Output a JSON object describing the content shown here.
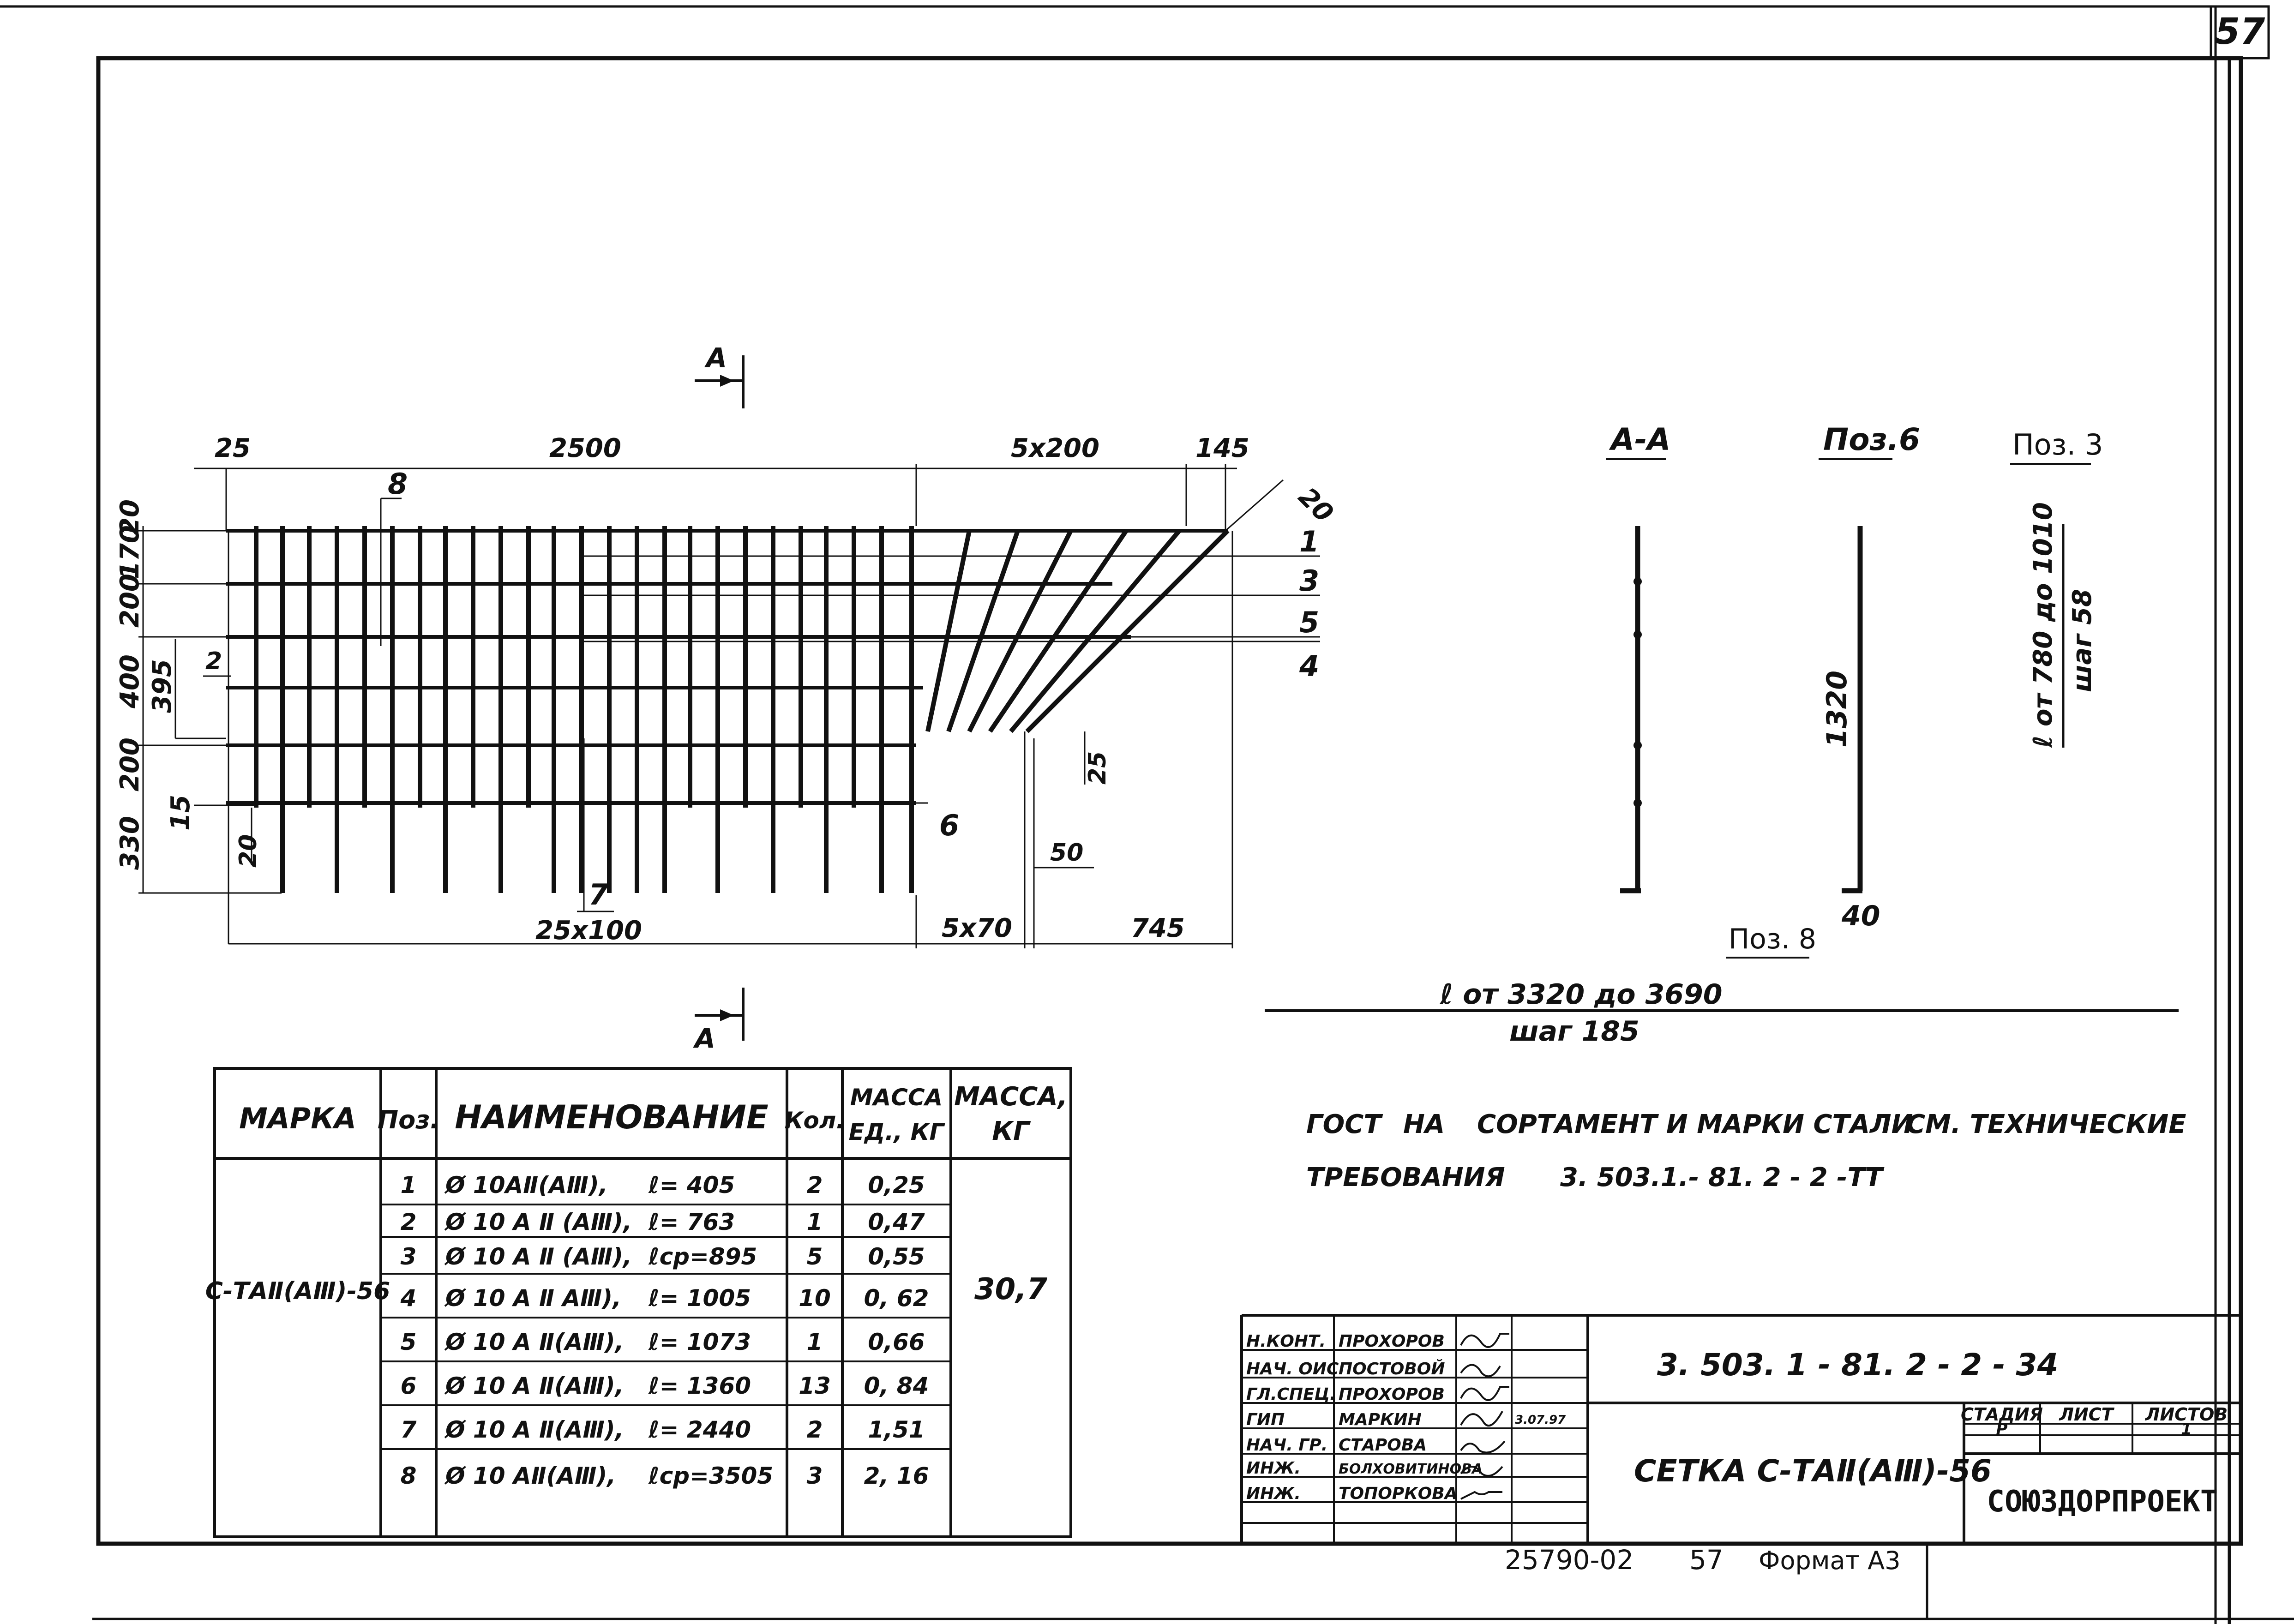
{
  "sheet": {
    "page_number": "57",
    "footer": {
      "inv": "25790-02",
      "page": "57",
      "format": "Формат А3"
    }
  },
  "drawing": {
    "section_mark": "А",
    "top_dims": [
      "25",
      "2500",
      "5x200",
      "145",
      "20"
    ],
    "left_dims": [
      "20",
      "170",
      "200",
      "400",
      "395",
      "200",
      "15",
      "330"
    ],
    "inner_dims": [
      "2",
      "20",
      "25",
      "50"
    ],
    "bottom_dims": [
      "25x100",
      "5x70",
      "745"
    ],
    "pos_callouts": [
      "8",
      "1",
      "3",
      "5",
      "4",
      "6",
      "7"
    ]
  },
  "sections": {
    "aa_title": "А-А",
    "pos6_title": "Поз.6",
    "pos6_length": "1320",
    "pos6_hook": "40",
    "pos8_label": "Поз. 8",
    "pos3_title": "Поз. 3",
    "pos3_len_line1": "ℓ от 780 до 1010",
    "pos3_len_line2": "шаг 58",
    "pos8_len_line1": "ℓ от 3320 до 3690",
    "pos8_len_line2": "шаг 185"
  },
  "notes": {
    "line1": [
      "ГОСТ",
      "НА",
      "СОРТАМЕНТ И МАРКИ СТАЛИ",
      "СМ. ТЕХНИЧЕСКИЕ"
    ],
    "line2": [
      "ТРЕБОВАНИЯ",
      "3. 503.1.- 81. 2 - 2 -ТТ"
    ]
  },
  "spec_table": {
    "headers": {
      "mark": "МАРКА",
      "pos": "Поз.",
      "name": "НАИМЕНОВАНИЕ",
      "qty": "Кол.",
      "unit_mass_1": "МАССА",
      "unit_mass_2": "ЕД., КГ",
      "mass_1": "МАССА,",
      "mass_2": "КГ"
    },
    "mark": "С-ТАⅡ(АⅢ)-56",
    "total_mass": "30,7",
    "rows": [
      {
        "pos": "1",
        "name": "Ø 10АⅡ(АⅢ),",
        "length": "ℓ= 405",
        "qty": "2",
        "mass": "0,25"
      },
      {
        "pos": "2",
        "name": "Ø 10 А Ⅱ (АⅢ),",
        "length": "ℓ= 763",
        "qty": "1",
        "mass": "0,47"
      },
      {
        "pos": "3",
        "name": "Ø 10 А Ⅱ (АⅢ),",
        "length": "ℓср=895",
        "qty": "5",
        "mass": "0,55"
      },
      {
        "pos": "4",
        "name": "Ø 10 А Ⅱ АⅢ),",
        "length": "ℓ= 1005",
        "qty": "10",
        "mass": "0, 62"
      },
      {
        "pos": "5",
        "name": "Ø 10 А Ⅱ(АⅢ),",
        "length": "ℓ= 1073",
        "qty": "1",
        "mass": "0,66"
      },
      {
        "pos": "6",
        "name": "Ø 10 А Ⅱ(АⅢ),",
        "length": "ℓ= 1360",
        "qty": "13",
        "mass": "0, 84"
      },
      {
        "pos": "7",
        "name": "Ø 10 А Ⅱ(АⅢ),",
        "length": "ℓ= 2440",
        "qty": "2",
        "mass": "1,51"
      },
      {
        "pos": "8",
        "name": "Ø 10 АⅡ(АⅢ),",
        "length": "ℓср=3505",
        "qty": "3",
        "mass": "2, 16"
      }
    ]
  },
  "title_block": {
    "doc_code": "3. 503. 1 - 81. 2 - 2 - 34",
    "doc_title": "СЕТКА С-ТАⅡ(АⅢ)-56",
    "stage_label": "СТАДИЯ",
    "sheet_label": "ЛИСТ",
    "sheets_label": "ЛИСТОВ",
    "stage": "Р",
    "sheets": "1",
    "org": "СОЮЗДОРПРОЕКТ",
    "date": "3.07.97",
    "staff": [
      {
        "role": "Н.КОНТ.",
        "name": "ПРОХОРОВ"
      },
      {
        "role": "НАЧ. ОИС",
        "name": "ПОСТОВОЙ"
      },
      {
        "role": "ГЛ.СПЕЦ.",
        "name": "ПРОХОРОВ"
      },
      {
        "role": "ГИП",
        "name": "МАРКИН"
      },
      {
        "role": "НАЧ. ГР.",
        "name": "СТАРОВА"
      },
      {
        "role": "ИНЖ.",
        "name": "БОЛХОВИТИНОВА"
      },
      {
        "role": "ИНЖ.",
        "name": "ТОПОРКОВА"
      }
    ]
  }
}
